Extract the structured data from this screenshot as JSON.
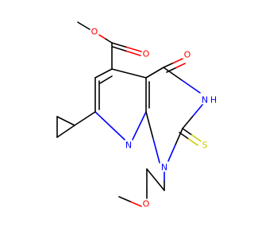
{
  "molecule": {
    "atoms": {
      "o_ester_top": "O",
      "o_ester_carbonyl": "O",
      "o_ring_carbonyl": "O",
      "n_nh": "N",
      "h_nh": "H",
      "s_thione": "S",
      "n_ring": "N",
      "n_alkyl": "N",
      "o_ether": "O"
    },
    "colors": {
      "carbon": "#000000",
      "oxygen": "#ff0000",
      "nitrogen": "#0000ff",
      "sulfur": "#cccc00"
    }
  }
}
